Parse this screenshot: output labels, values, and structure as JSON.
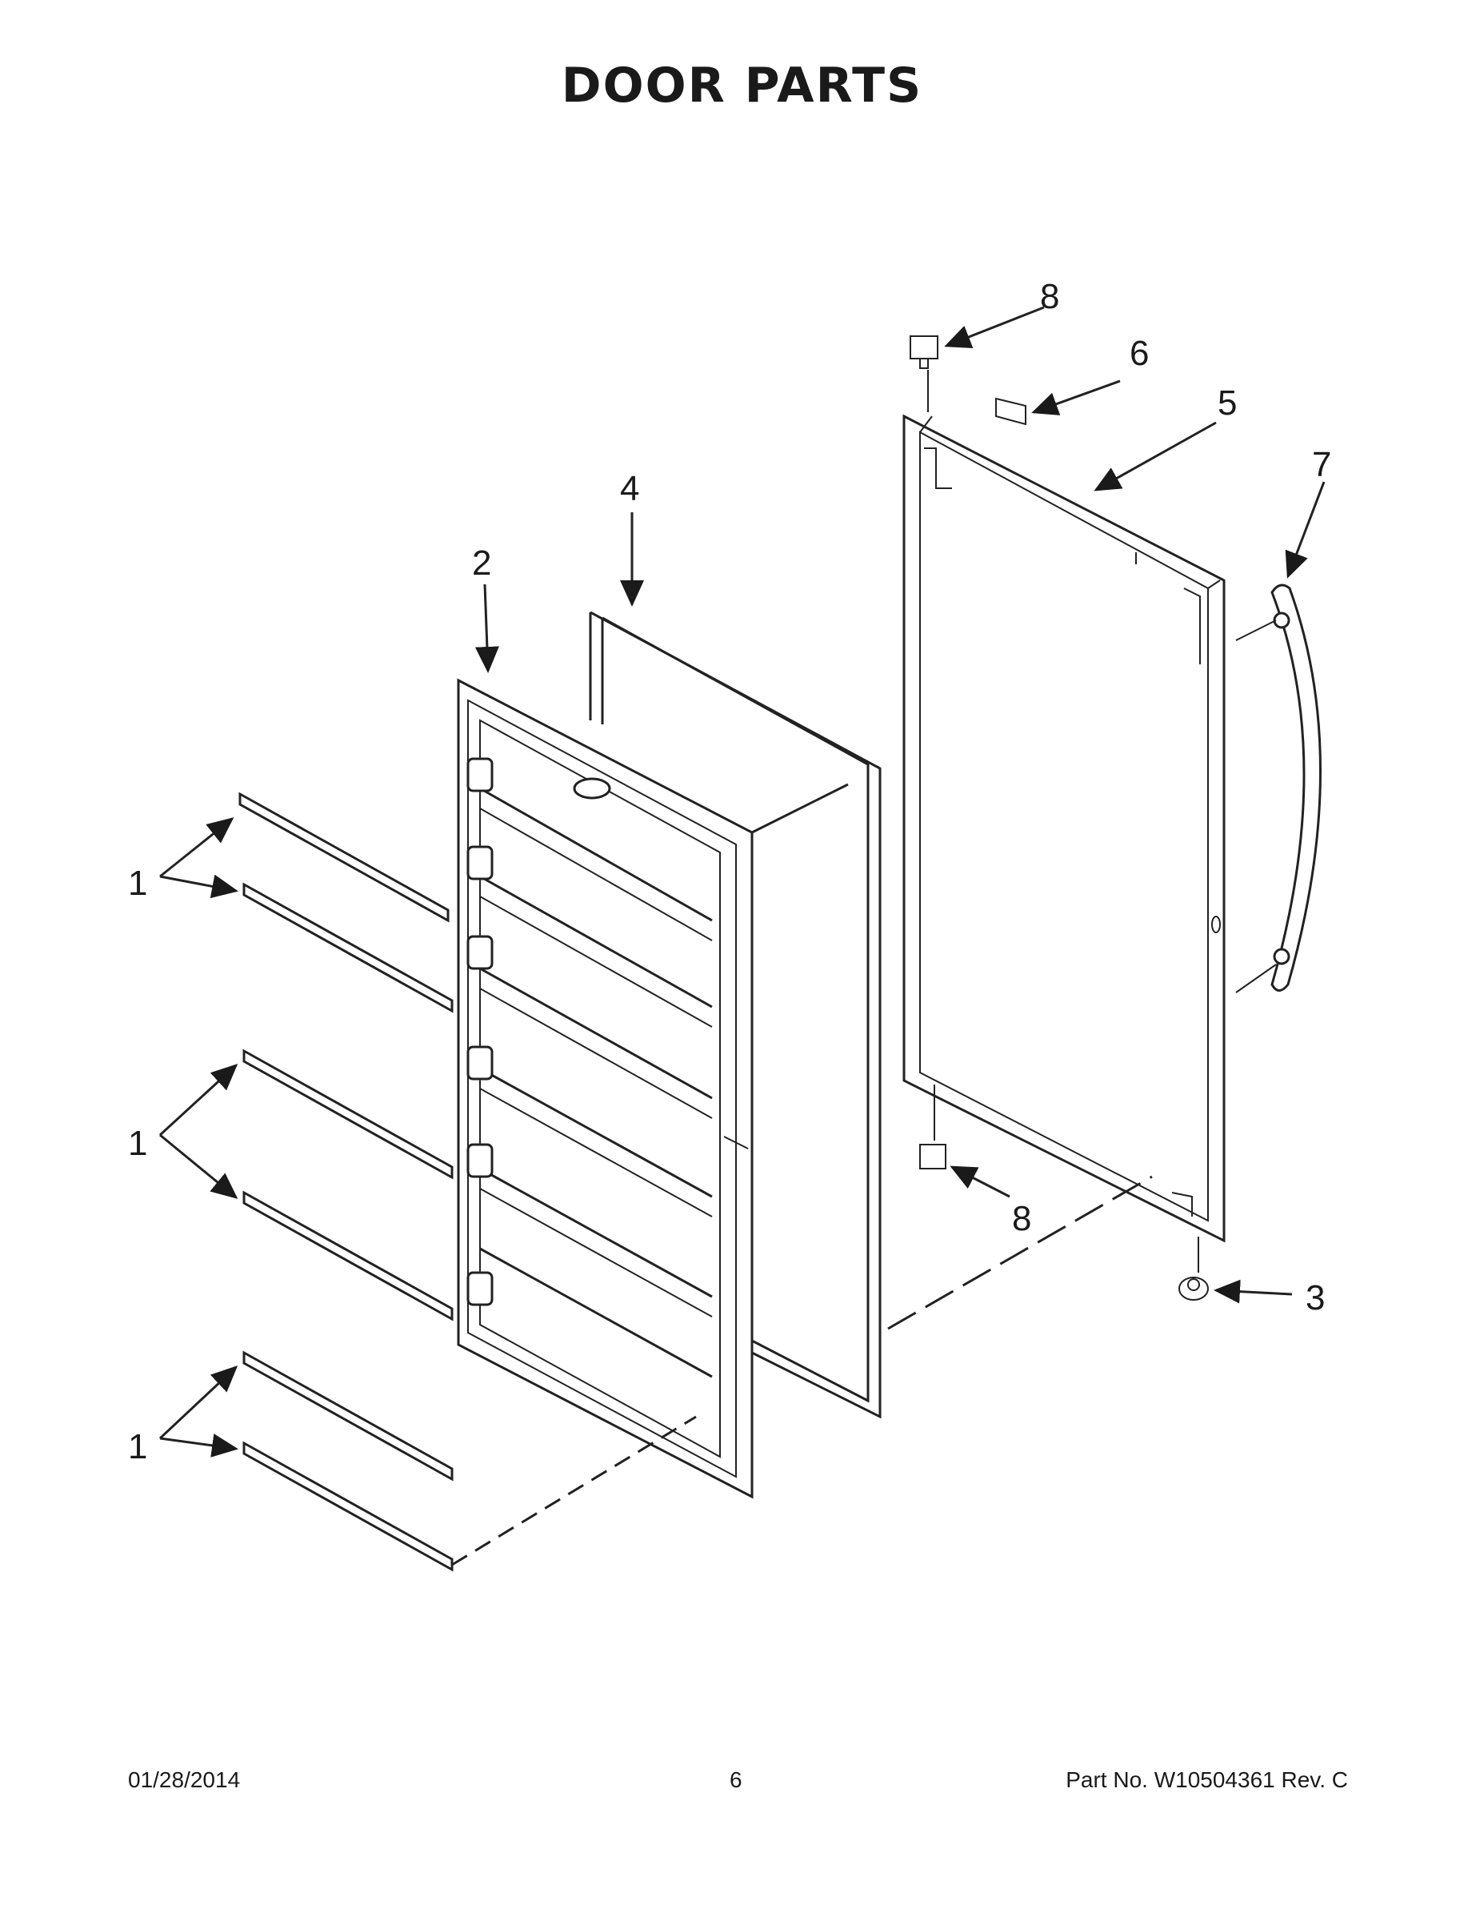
{
  "title": "DOOR PARTS",
  "callouts": {
    "c1a": "1",
    "c1b": "1",
    "c1c": "1",
    "c2": "2",
    "c3": "3",
    "c4": "4",
    "c5": "5",
    "c6": "6",
    "c7": "7",
    "c8a": "8",
    "c8b": "8"
  },
  "footer": {
    "date": "01/28/2014",
    "page": "6",
    "part": "Part No.  W10504361  Rev.  C"
  }
}
